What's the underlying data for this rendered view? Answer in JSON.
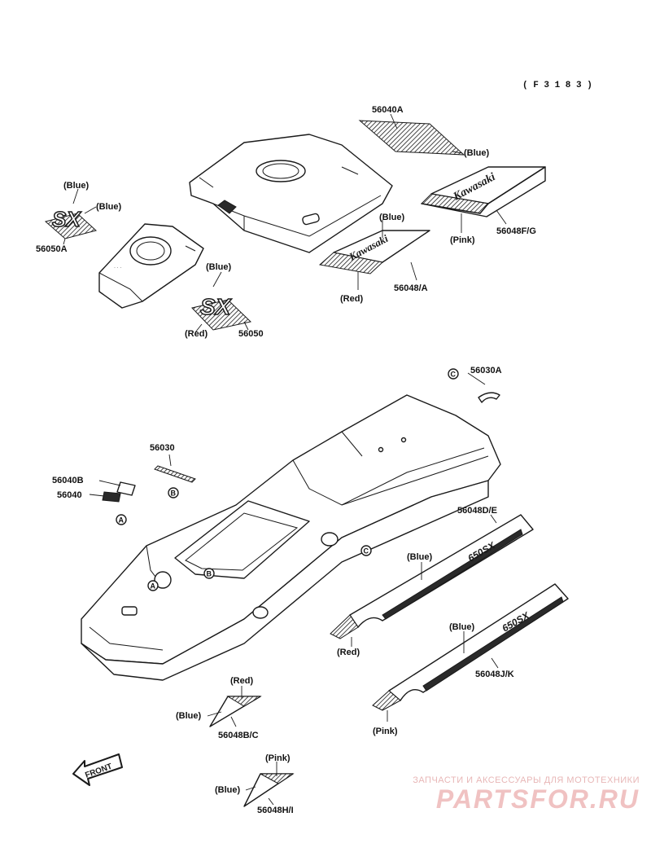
{
  "figure_number": "( F 3 1 8 3 )",
  "labels": {
    "p56040A": "56040A",
    "blue_56040A": "(Blue)",
    "p56048FG": "56048F/G",
    "pink_FG": "(Pink)",
    "blue_hood1": "(Blue)",
    "blue_hood2": "(Blue)",
    "p56050A": "56050A",
    "blue_56048A": "(Blue)",
    "red_56048A": "(Red)",
    "p56048A": "56048/A",
    "blue_56050": "(Blue)",
    "red_56050": "(Red)",
    "p56050": "56050",
    "p56030A": "56030A",
    "p56030": "56030",
    "p56040B": "56040B",
    "p56040": "56040",
    "p56048DE": "56048D/E",
    "blue_DE": "(Blue)",
    "red_DE": "(Red)",
    "blue_JK": "(Blue)",
    "p56048JK": "56048J/K",
    "pink_JK": "(Pink)",
    "red_BC": "(Red)",
    "blue_BC": "(Blue)",
    "p56048BC": "56048B/C",
    "pink_HI": "(Pink)",
    "blue_HI": "(Blue)",
    "p56048HI": "56048H/I",
    "front": "FRONT"
  },
  "decal_text": {
    "kawasaki_1": "Kawasaki",
    "kawasaki_2": "Kawasaki",
    "sx_1": "SX",
    "sx_2": "SX",
    "model_1": "650SX",
    "model_2": "650SX"
  },
  "callouts": {
    "a_1": "A",
    "a_2": "A",
    "b_1": "B",
    "b_2": "B",
    "c_1": "C",
    "c_2": "C"
  },
  "watermark": {
    "tagline": "ЗАПЧАСТИ И АКСЕССУАРЫ ДЛЯ МОТОТЕХНИКИ",
    "brand": "PARTSFOR.RU"
  },
  "colors": {
    "line": "#1a1a1a",
    "background": "#ffffff",
    "watermark": "#f0c2c2"
  }
}
